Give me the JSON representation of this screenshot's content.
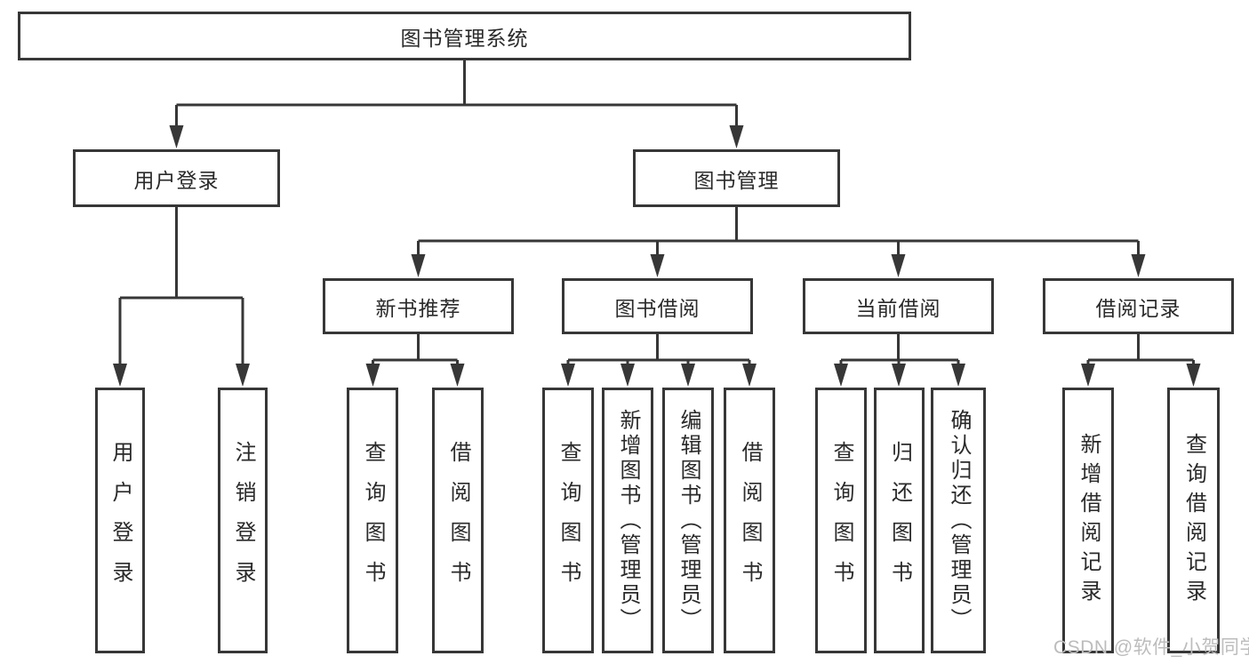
{
  "diagram": {
    "root": {
      "label": "图书管理系统",
      "children": [
        {
          "label": "用户登录",
          "children": [
            {
              "label": "用户登录"
            },
            {
              "label": "注销登录"
            }
          ]
        },
        {
          "label": "图书管理",
          "children": [
            {
              "label": "新书推荐",
              "children": [
                {
                  "label": "查询图书"
                },
                {
                  "label": "借阅图书"
                }
              ]
            },
            {
              "label": "图书借阅",
              "children": [
                {
                  "label": "查询图书"
                },
                {
                  "label": "新增图书（管理员）"
                },
                {
                  "label": "编辑图书（管理员）"
                },
                {
                  "label": "借阅图书"
                }
              ]
            },
            {
              "label": "当前借阅",
              "children": [
                {
                  "label": "查询图书"
                },
                {
                  "label": "归还图书"
                },
                {
                  "label": "确认归还（管理员）"
                }
              ]
            },
            {
              "label": "借阅记录",
              "children": [
                {
                  "label": "新增借阅记录"
                },
                {
                  "label": "查询借阅记录"
                }
              ]
            }
          ]
        }
      ]
    },
    "colors": {
      "line": "#373737",
      "text": "#2a2a2a",
      "background": "#ffffff",
      "watermark": "#bcbcbc"
    }
  },
  "watermark": "CSDN @软件_小贺同学"
}
